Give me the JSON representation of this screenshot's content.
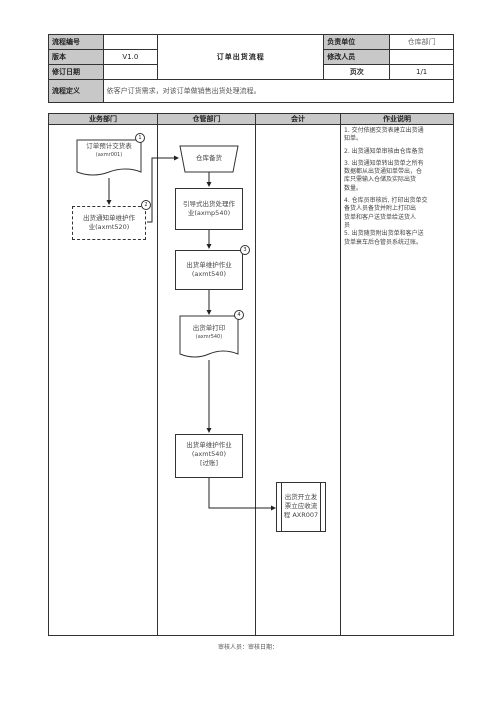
{
  "header": {
    "process_no_label": "流程编号",
    "version_label": "版本",
    "version_value": "V1.0",
    "revise_date_label": "修订日期",
    "title": "订单出货流程",
    "owner_label": "负责单位",
    "owner_value": "仓库部门",
    "reviser_label": "修改人员",
    "page_label": "页次",
    "page_value": "1/1",
    "definition_label": "流程定义",
    "definition_value": "依客户订货需求，对该订单做销售出货处理流程。"
  },
  "columns": {
    "business": "业务部门",
    "warehouse": "仓管部门",
    "accounting": "会计",
    "instructions": "作业说明"
  },
  "shapes": {
    "s1": {
      "line1": "订单预计交货表",
      "code": "(axmr001)",
      "num": "1"
    },
    "s2": {
      "line1": "出货通知单维护作",
      "line2": "业(axmt520)",
      "num": "2"
    },
    "s3": {
      "text": "仓库备货"
    },
    "s4": {
      "line1": "引导式出货处理作",
      "line2": "业(axmp540)"
    },
    "s5": {
      "line1": "出货单维护作业",
      "line2": "(axmt540)",
      "num": "3"
    },
    "s6": {
      "line1": "出货单打印",
      "code": "(axmr540)",
      "num": "4"
    },
    "s7": {
      "line1": "出货单维护作业",
      "line2": "(axmt540)",
      "line3": "[过账]"
    },
    "s8": {
      "line1": "出货开立发",
      "line2": "票立应收流",
      "line3": "程 AXR007"
    }
  },
  "instructions": [
    "1. 交付依据交货表建立出货通",
    "    知单。",
    "2. 出货通知单审核由仓库备货",
    "3. 出货通知单转出货单之所有",
    "    数据都从出货通知单带出，仓",
    "    库只需输入仓储及实际出货",
    "    数量。",
    "4. 仓库员审核后, 打印出货单交",
    "    备货人员备货并附上打印出",
    "    货单和客户送货单给送货人",
    "    员",
    "5. 出货随货附出货单和客户送",
    "    货单衰车后仓管员系统过账。"
  ],
  "footer": "审核人员：审核日期："
}
